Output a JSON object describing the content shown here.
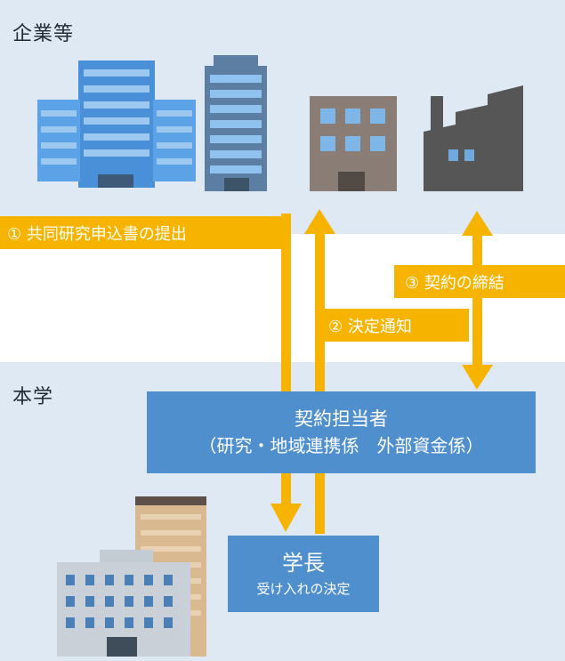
{
  "sections": {
    "companies_title": "企業等",
    "university_title": "本学"
  },
  "flow": {
    "step1": "① 共同研究申込書の提出",
    "step2": "② 決定通知",
    "step3": "③ 契約の締結"
  },
  "contract_office": {
    "title": "契約担当者",
    "subtitle": "（研究・地域連携係　外部資金係）"
  },
  "president": {
    "title": "学長",
    "subtitle": "受け入れの決定"
  },
  "colors": {
    "band": "#dfe9f4",
    "arrow": "#f6b400",
    "box": "#4f8fcd"
  },
  "icons": [
    "office-building-icon",
    "tower-building-icon",
    "small-office-icon",
    "factory-icon",
    "university-campus-icon"
  ]
}
